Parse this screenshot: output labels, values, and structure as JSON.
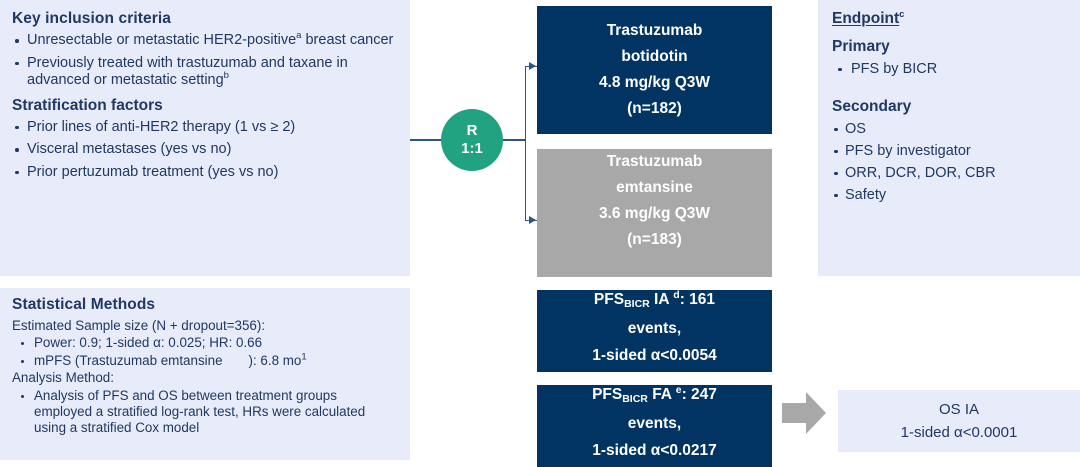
{
  "colors": {
    "panel_bg": "#e8ebf9",
    "navy": "#013462",
    "gray_box": "#a8a8a8",
    "green": "#21a280",
    "text_navy": "#1f3864",
    "connector": "#2e5385",
    "flow_arrow": "#a8a8a8"
  },
  "inclusion": {
    "title": "Key inclusion criteria",
    "criteria": [
      {
        "text": "Unresectable or metastatic HER2-positive",
        "sup": "a",
        "text2": " breast cancer"
      },
      {
        "text": "Previously treated with trastuzumab and taxane in advanced or metastatic setting",
        "sup": "b",
        "text2": ""
      }
    ],
    "stratification_title": "Stratification factors",
    "stratification": [
      "Prior lines of anti-HER2 therapy (1 vs ≥ 2)",
      "Visceral metastases (yes vs no)",
      "Prior pertuzumab treatment (yes vs no)"
    ]
  },
  "statistical_methods": {
    "title": "Statistical Methods",
    "sample_size_line": "Estimated Sample size (N + dropout=356):",
    "sample_bullets": [
      {
        "text": "Power: 0.9; 1-sided α: 0.025; HR: 0.66"
      },
      {
        "pre": "mPFS (Trastuzumab emtansine",
        "post": "): 6.8 mo",
        "sup": "1"
      }
    ],
    "analysis_line": "Analysis Method:",
    "analysis_bullets": [
      "Analysis of PFS and OS between treatment groups employed a stratified log-rank test, HRs were calculated using a stratified Cox model"
    ]
  },
  "randomization": {
    "label": "R",
    "ratio": "1:1"
  },
  "arms": {
    "experimental": {
      "name_line1": "Trastuzumab",
      "name_line2": "botidotin",
      "dose": "4.8 mg/kg  Q3W",
      "n": "(n=182)"
    },
    "control": {
      "name_line1": "Trastuzumab",
      "name_line2": "emtansine",
      "dose": "3.6 mg/kg  Q3W",
      "n": "(n=183)"
    }
  },
  "analyses": {
    "pfs_ia": {
      "label": "PFS",
      "sub": "BICR",
      "kind": " IA ",
      "sup": "d",
      "count": ": 161",
      "line2": "events,",
      "line3": "1-sided α<0.0054"
    },
    "pfs_fa": {
      "label": "PFS",
      "sub": "BICR",
      "kind": " FA ",
      "sup": "e",
      "count": ": 247",
      "line2": "events,",
      "line3": "1-sided α<0.0217"
    },
    "os_ia": {
      "line1": "OS IA",
      "line2": "1-sided α<0.0001"
    }
  },
  "endpoints": {
    "title": "Endpoint",
    "title_sup": "c",
    "primary_title": "Primary",
    "primary": [
      "PFS by BICR"
    ],
    "secondary_title": "Secondary",
    "secondary": [
      "OS",
      "PFS by investigator",
      "ORR, DCR, DOR, CBR",
      "Safety"
    ]
  }
}
